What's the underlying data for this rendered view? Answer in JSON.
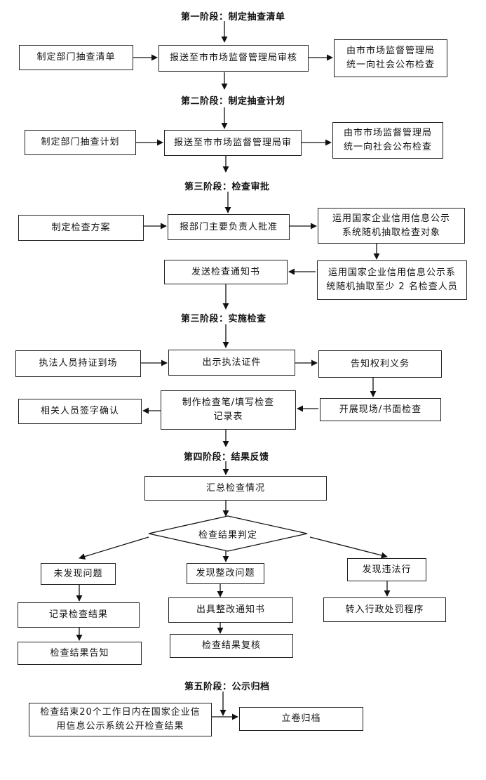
{
  "stages": {
    "s1": "第一阶段：制定抽查清单",
    "s2": "第二阶段：制定抽查计划",
    "s3a": "第三阶段：检查审批",
    "s3b": "第三阶段：实施检查",
    "s4": "第四阶段：结果反馈",
    "s5": "第五阶段：公示归档"
  },
  "boxes": {
    "b1_dept": "制定部门抽查清单",
    "b1_report": "报送至市市场监督管理局审核",
    "b1_publish": "由市市场监督管理局\n统一向社会公布检查",
    "b2_dept": "制定部门抽查计划",
    "b2_report": "报送至市市场监督管理局审",
    "b2_publish": "由市市场监督管理局\n统一向社会公布检查",
    "b3_plan": "制定检查方案",
    "b3_approve": "报部门主要负责人批准",
    "b3_select_obj": "运用国家企业信用信息公示\n系统随机抽取检查对象",
    "b3_notice": "发送检查通知书",
    "b3_select_staff": "运用国家企业信用信息公示系\n统随机抽取至少 2 名检查人员",
    "b4_staff": "执法人员持证到场",
    "b4_show": "出示执法证件",
    "b4_inform": "告知权利义务",
    "b4_record": "制作检查笔/填写检查\n记录表",
    "b4_sign": "相关人员签字确认",
    "b4_onsite": "开展现场/书面检查",
    "b5_summary": "汇总检查情况",
    "b5_judge": "检查结果判定",
    "b5_noissue": "未发现问题",
    "b5_rectify": "发现整改问题",
    "b5_illegal": "发现违法行",
    "b5_record_result": "记录检查结果",
    "b5_notice_rectify": "出具整改通知书",
    "b5_admin": "转入行政处罚程序",
    "b5_inform_result": "检查结果告知",
    "b5_review": "检查结果复核",
    "b6_publish": "检查结束20个工作日内在国家企业信\n用信息公示系统公开检查结果",
    "b6_archive": "立卷归档"
  }
}
